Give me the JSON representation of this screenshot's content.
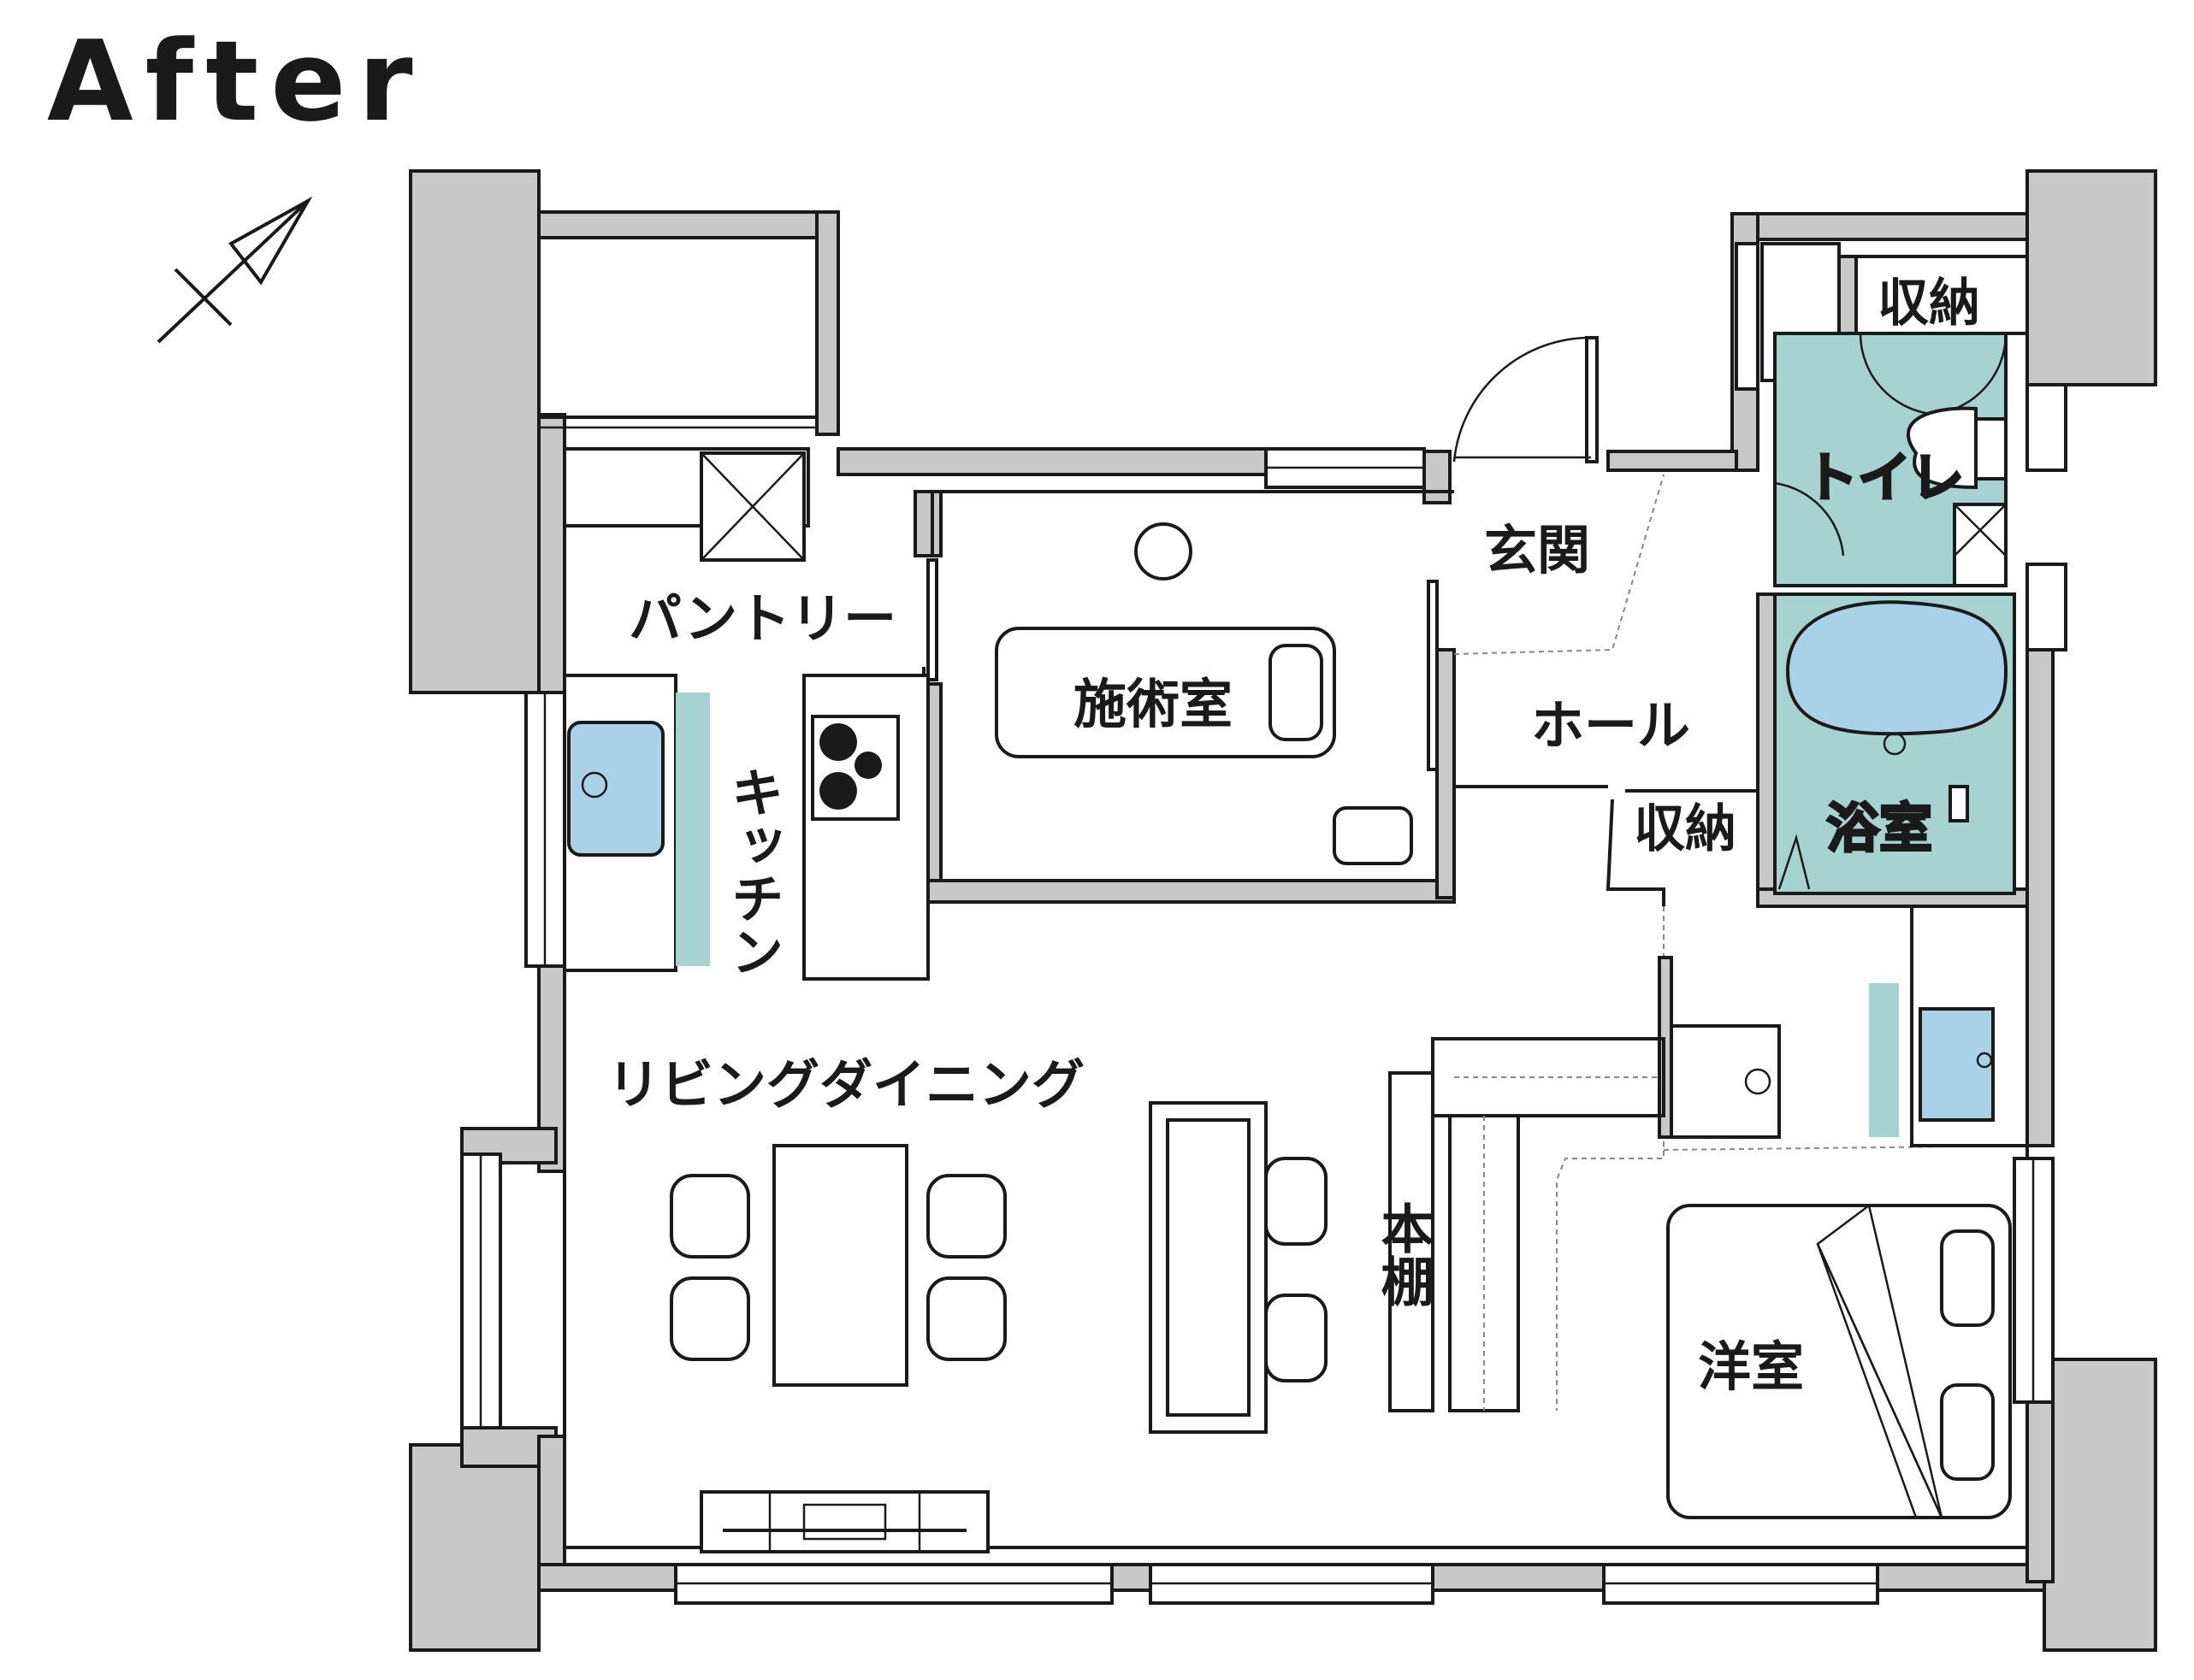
{
  "heading": "After",
  "colors": {
    "wet_area": "#a6d3d2",
    "fixture_water": "#a9d2e8",
    "wall": "#c8c8c8",
    "line": "#1a1a1a"
  },
  "icons": [
    "compass-north-arrow-icon"
  ],
  "rooms": {
    "pantry": "パントリー",
    "kitchen": "キッチン",
    "treatment_room": "施術室",
    "entrance": "玄関",
    "hall": "ホール",
    "storage_top": "収納",
    "toilet": "トイレ",
    "storage_mid": "収納",
    "bathroom": "浴室",
    "living_dining": "リビングダイニング",
    "bookshelf": "本棚",
    "western_room": "洋室"
  }
}
